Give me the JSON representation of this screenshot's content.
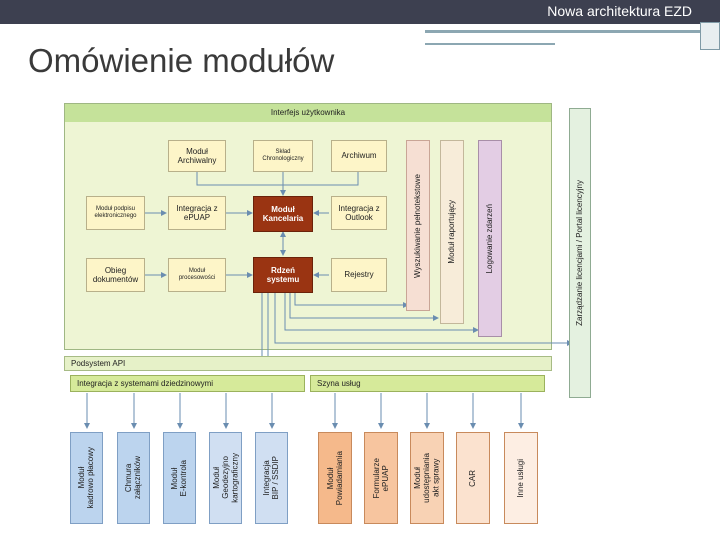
{
  "header": {
    "presentation_title": "Nowa architektura EZD"
  },
  "slide": {
    "title": "Omówienie modułów"
  },
  "diagram": {
    "ui_label": "Interfejs użytkownika",
    "modules": {
      "archival": "Moduł\nArchiwalny",
      "chrono": "Skład\nChronologiczny",
      "archive": "Archiwum",
      "signature": "Moduł podpisu\nelektronicznego",
      "epuap_int": "Integracja z\nePUAP",
      "office": "Moduł\nKancelaria",
      "outlook": "Integracja z\nOutlook",
      "workflow": "Obieg\ndokumentów",
      "process": "Moduł\nprocesowości",
      "core": "Rdzeń\nsystemu",
      "registers": "Rejestry"
    },
    "side_columns": {
      "fulltext": "Wyszukiwanie pełnotekstowe",
      "reporting": "Moduł raportujący",
      "events": "Logowanie zdarzeń",
      "licensing": "Zarządzanie licencjami / Portal licencyjny"
    },
    "api_subsystem": "Podsystem API",
    "domain_integration": "Integracja z systemami dziedzinowymi",
    "service_bus": "Szyna usług",
    "bottom_blue": [
      "Moduł\nkadrowo płacowy",
      "Chmura\nzałączników",
      "Moduł\nE-kontrola",
      "Moduł\nGeodezyjno\nkartograficzny",
      "Integracja\nBIP / SSDIP"
    ],
    "bottom_orange": [
      "Moduł\nPowiadamiania",
      "Formularze\nePUAP",
      "Moduł\nudostępniania\nakt sprawy",
      "CAR",
      "Inne usługi"
    ]
  },
  "colors": {
    "green_panel": "#eef5d4",
    "green_header": "#c5e29a",
    "red_module": "#9a3412",
    "blue_box": "#bcd4ee",
    "orange_box": "#f7c59f"
  }
}
